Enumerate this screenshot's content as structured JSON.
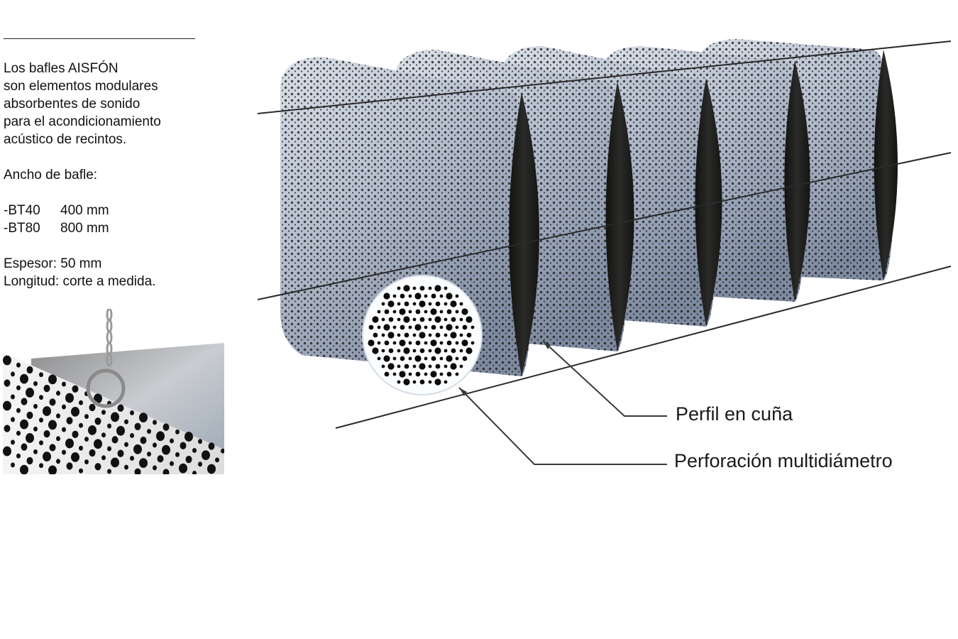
{
  "description": {
    "intro_lines": [
      "Los bafles AISFÓN",
      "son elementos modulares",
      "absorbentes de sonido",
      "para el acondicionamiento",
      "acústico de recintos."
    ],
    "width_heading": "Ancho de bafle:",
    "models": [
      {
        "code": "-BT40",
        "width": "400 mm"
      },
      {
        "code": "-BT80",
        "width": "800 mm"
      }
    ],
    "thickness": "Espesor: 50 mm",
    "length": "Longitud: corte a medida."
  },
  "diagram": {
    "label_profile": "Perfil en cuña",
    "label_perforation": "Perforación multidiámetro"
  },
  "colors": {
    "metal_light": "#dfe5ee",
    "metal_dark": "#8f9bb0",
    "core_felt": "#1e1f1d",
    "line": "#222222",
    "hole": "#0b0b0b"
  }
}
